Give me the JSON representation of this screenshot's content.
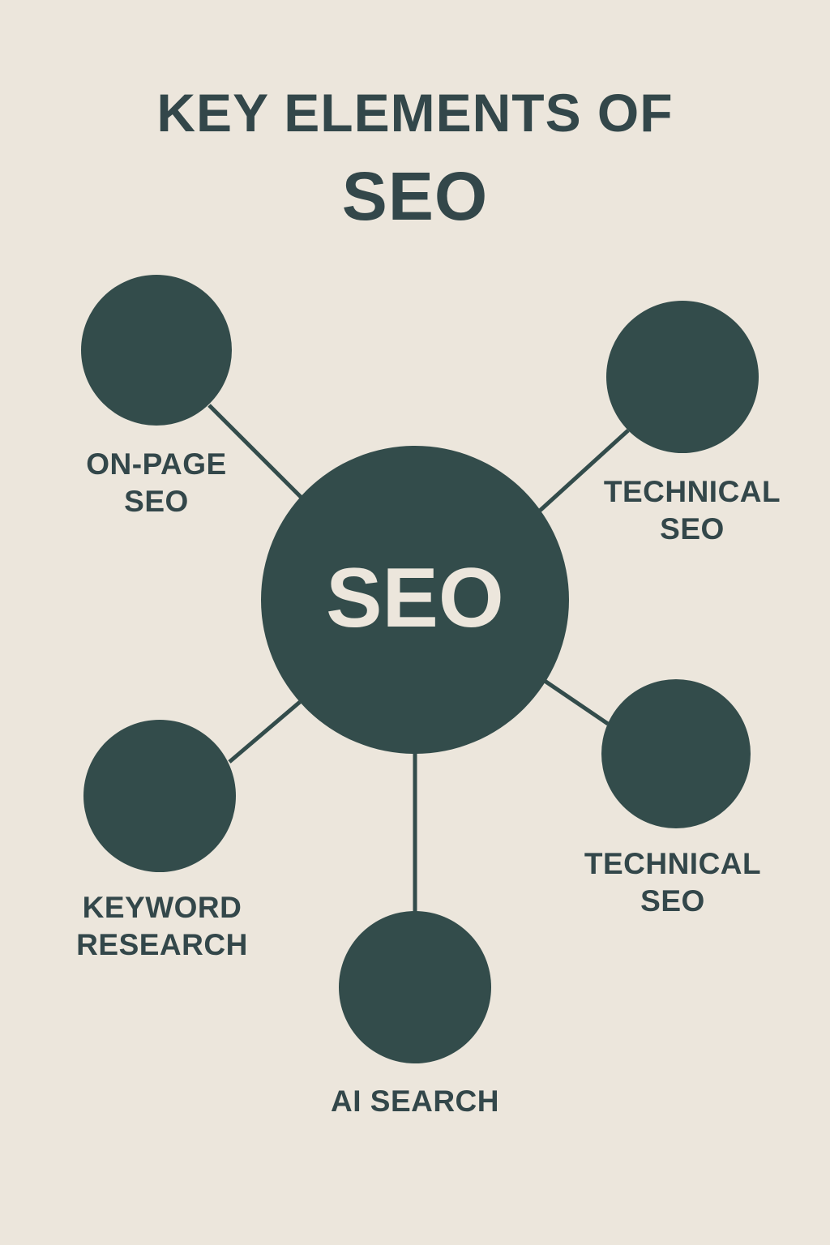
{
  "title": {
    "line1": "KEY ELEMENTS OF",
    "line2": "SEO"
  },
  "colors": {
    "background": "#ece6dc",
    "node_fill": "#334c4b",
    "text_dark": "#33474a",
    "text_light": "#ece6dc"
  },
  "center": {
    "label": "SEO"
  },
  "nodes": [
    {
      "id": "on-page-seo",
      "label": "ON-PAGE\nSEO"
    },
    {
      "id": "technical-seo-top",
      "label": "TECHNICAL\nSEO"
    },
    {
      "id": "technical-seo-bottom",
      "label": "TECHNICAL\nSEO"
    },
    {
      "id": "keyword-research",
      "label": "KEYWORD\nRESEARCH"
    },
    {
      "id": "ai-search",
      "label": "AI SEARCH"
    }
  ]
}
